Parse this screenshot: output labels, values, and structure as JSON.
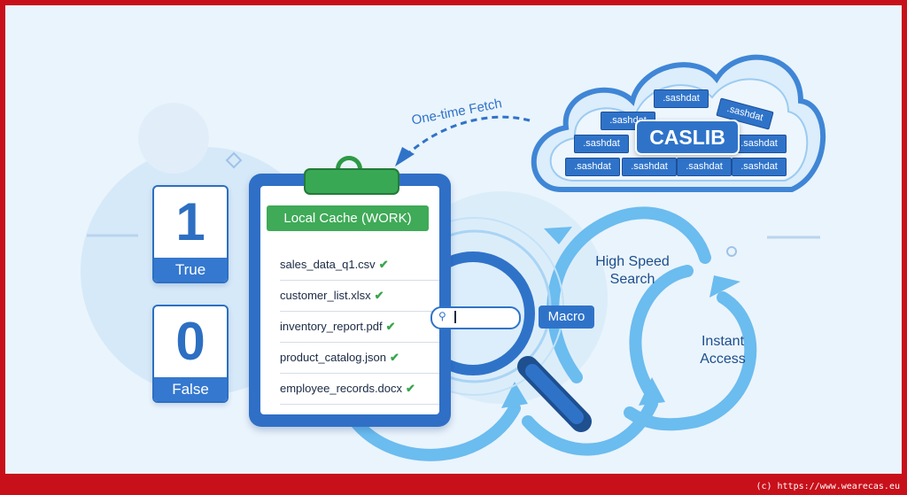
{
  "boolean_cards": [
    {
      "digit": "1",
      "label": "True"
    },
    {
      "digit": "0",
      "label": "False"
    }
  ],
  "clipboard": {
    "title": "Local Cache (WORK)",
    "files": [
      "sales_data_q1.csv",
      "customer_list.xlsx",
      "inventory_report.pdf",
      "product_catalog.json",
      "employee_records.docx"
    ],
    "check_glyph": "✔"
  },
  "cloud": {
    "center_label": "CASLIB",
    "tag_label": ".sashdat",
    "arrow_label": "One-time Fetch"
  },
  "search": {
    "icon": "search-icon",
    "macro_label": "Macro"
  },
  "flows": {
    "high_speed_line1": "High Speed",
    "high_speed_line2": "Search",
    "instant_line1": "Instant",
    "instant_line2": "Access"
  },
  "footer": {
    "credit": "(c) https://www.wearecas.eu"
  },
  "colors": {
    "frame": "#c8101a",
    "background": "#eaf4fc",
    "primary_blue": "#2f73c9",
    "light_blue": "#6bbcef",
    "green": "#3faa57"
  }
}
